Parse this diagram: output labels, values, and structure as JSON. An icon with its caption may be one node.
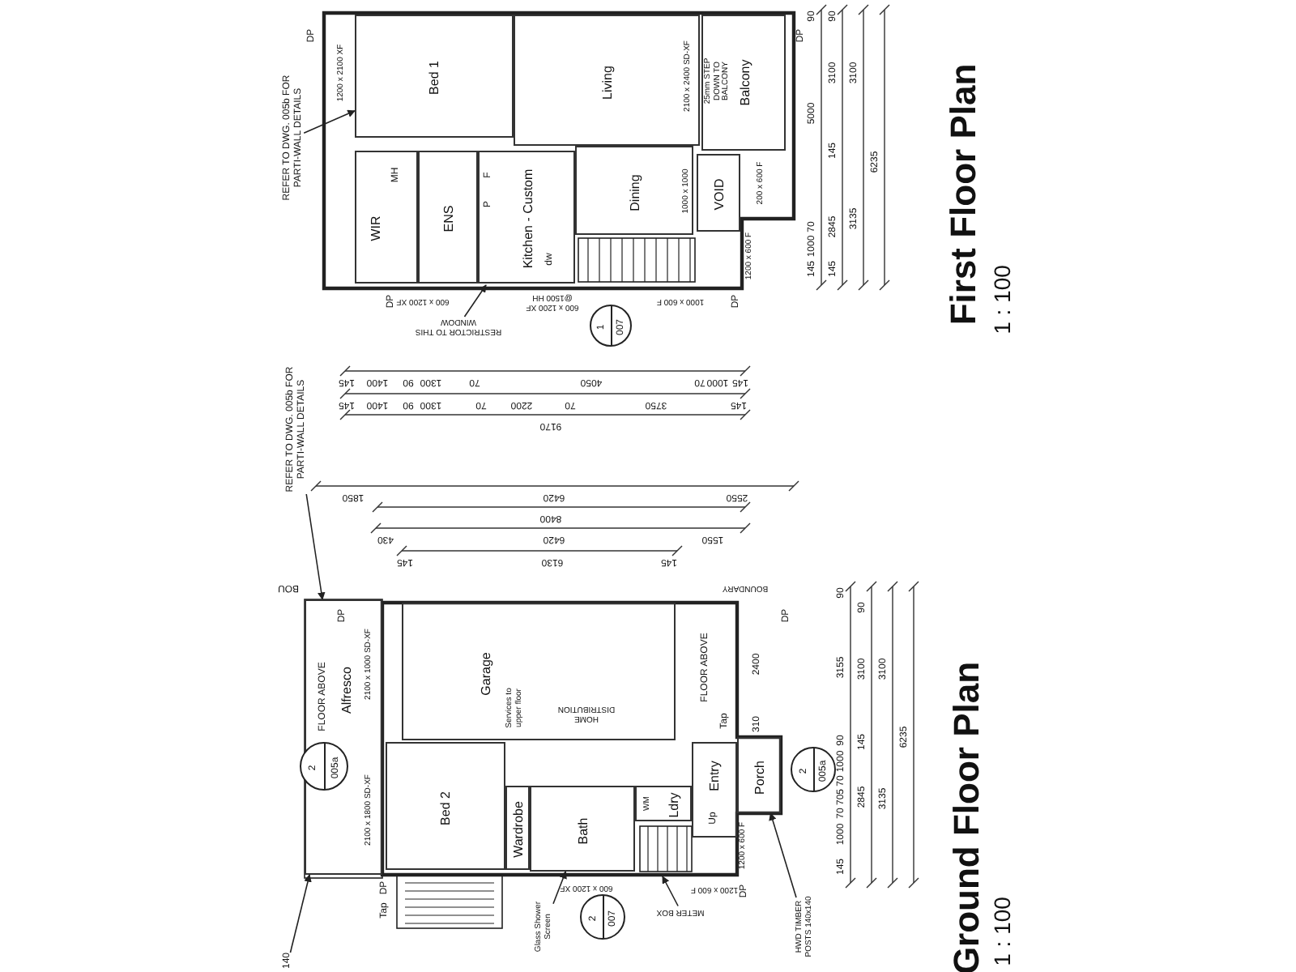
{
  "diagram": {
    "nodes": [
      {
        "text": [
          "Bed 1"
        ]
      },
      {
        "text": [
          "WIR"
        ]
      },
      {
        "text": [
          "ENS"
        ]
      },
      {
        "text": [
          "Kitchen - Custom"
        ]
      },
      {
        "text": [
          "Living"
        ]
      },
      {
        "text": [
          "Dining"
        ]
      },
      {
        "text": [
          "Balcony"
        ]
      },
      {
        "text": [
          "VOID"
        ]
      },
      {
        "text": [
          "1",
          "007"
        ]
      },
      {
        "text": [
          "REFER TO DWG. 005b FOR PARTI-WALL DETAILS"
        ]
      },
      {
        "text": [
          "RESTRICTOR TO THIS WINDOW"
        ]
      },
      {
        "text": [
          "Alfresco"
        ]
      },
      {
        "text": [
          "Garage"
        ]
      },
      {
        "text": [
          "Bed 2"
        ]
      },
      {
        "text": [
          "Wardrobe"
        ]
      },
      {
        "text": [
          "Bath"
        ]
      },
      {
        "text": [
          "Ldry"
        ]
      },
      {
        "text": [
          "Entry"
        ]
      },
      {
        "text": [
          "Porch"
        ]
      },
      {
        "text": [
          "2",
          "005a"
        ]
      },
      {
        "text": [
          "2",
          "007"
        ]
      },
      {
        "text": [
          "2",
          "005a"
        ]
      },
      {
        "text": [
          "REFER TO DWG. 005b FOR PARTI-WALL DETAILS"
        ]
      },
      {
        "text": [
          "Glass Shower Screen"
        ]
      },
      {
        "text": [
          "METER BOX"
        ]
      },
      {
        "text": [
          "HWD TIMBER POSTS 140x140"
        ]
      },
      {
        "text": [
          "140"
        ]
      }
    ],
    "edges": [
      {
        "from": 9,
        "to": 0,
        "arrow": "to"
      },
      {
        "from": 10,
        "to": null,
        "arrow": "to"
      },
      {
        "from": 22,
        "to": 11,
        "arrow": "to"
      },
      {
        "from": 23,
        "to": 15,
        "arrow": "to"
      },
      {
        "from": 24,
        "to": null,
        "arrow": "to"
      },
      {
        "from": 25,
        "to": 18,
        "arrow": "to"
      },
      {
        "from": 26,
        "to": 11,
        "arrow": "to"
      }
    ],
    "labels": [
      "DP",
      "DP",
      "1200 x 2100 XF",
      "2100 x 2400 SD-XF",
      "25mm STEP DOWN TO BALCONY",
      "MH",
      "P",
      "F",
      "dw",
      "1000 x 1000",
      "200 x 600 F",
      "1200 x 600 F",
      "DP",
      "600 x 1200 XF",
      "600 x 1200 XF @1500 HH",
      "1000 x 600 F",
      "DP",
      "90",
      "5000",
      "70",
      "1000",
      "145",
      "90",
      "3100",
      "145",
      "2845",
      "145",
      "3100",
      "3135",
      "6235",
      "First Floor Plan",
      "1 : 100",
      "145",
      "1400",
      "90",
      "1300",
      "70",
      "4050",
      "70",
      "1000",
      "145",
      "145",
      "1400",
      "90",
      "1300",
      "70",
      "2200",
      "70",
      "3750",
      "145",
      "9170",
      "1850",
      "6420",
      "2550",
      "8400",
      "430",
      "6420",
      "1550",
      "145",
      "6130",
      "145",
      "BOU",
      "BOUNDARY",
      "DP",
      "DP",
      "FLOOR ABOVE",
      "2100 x 1000 SD-XF",
      "2100 x 1800 SD-XF",
      "Services to upper floor",
      "HOME DISTRIBUTION",
      "FLOOR ABOVE",
      "2400",
      "Tap",
      "310",
      "WM",
      "Up",
      "1200 x 600 F",
      "DP",
      "Tap",
      "600 x 1200 XF",
      "1200 x 600 F",
      "DP",
      "90",
      "3155",
      "90",
      "1000",
      "70",
      "705",
      "70",
      "1000",
      "145",
      "90",
      "3100",
      "145",
      "2845",
      "3100",
      "3135",
      "6235",
      "Ground Floor Plan",
      "1 : 100"
    ]
  }
}
